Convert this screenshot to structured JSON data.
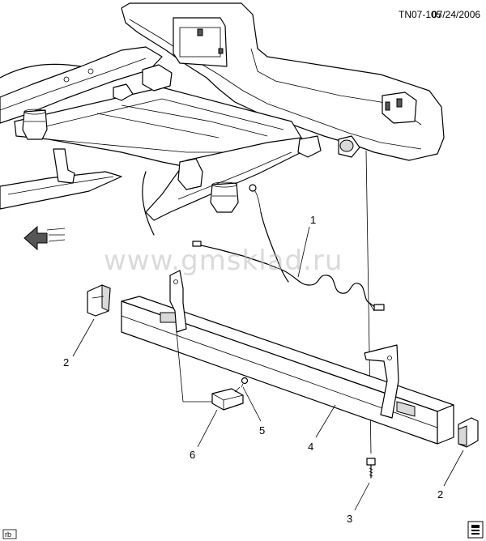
{
  "header": {
    "figure_id": "TN07-105",
    "date": "07/24/2006"
  },
  "watermark": "www.gmsklad.ru",
  "corner_tag": "rb",
  "callouts": [
    "1",
    "2",
    "3",
    "4",
    "5",
    "6",
    "2"
  ]
}
